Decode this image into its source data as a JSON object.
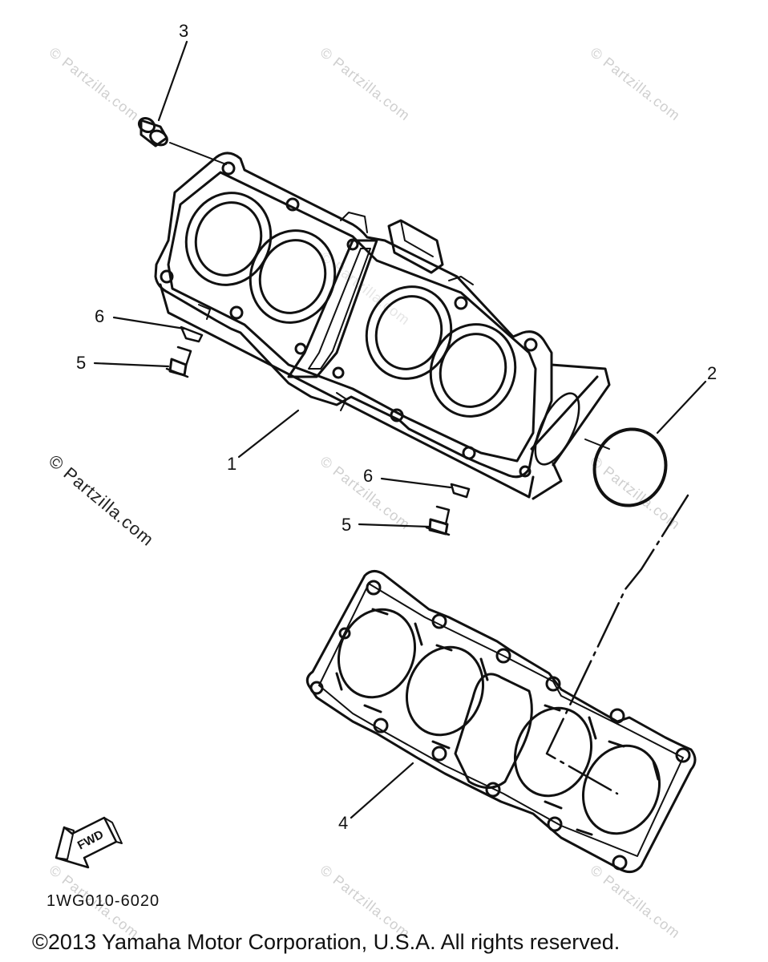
{
  "callouts": [
    {
      "id": "3",
      "label": "3"
    },
    {
      "id": "6a",
      "label": "6"
    },
    {
      "id": "5a",
      "label": "5"
    },
    {
      "id": "1",
      "label": "1"
    },
    {
      "id": "2",
      "label": "2"
    },
    {
      "id": "6b",
      "label": "6"
    },
    {
      "id": "5b",
      "label": "5"
    },
    {
      "id": "4",
      "label": "4"
    }
  ],
  "fwd_label": "FWD",
  "diagram_code": "1WG010-6020",
  "copyright": "©2013 Yamaha Motor Corporation, U.S.A. All rights reserved.",
  "watermark_text": "© Partzilla.com",
  "watermarks": [
    "© Partzilla.com",
    "© Partzilla.com",
    "© Partzilla.com",
    "© Partzilla.com",
    "© Partzilla.com",
    "© Partzilla.com",
    "© Partzilla.com",
    "© Partzilla.com",
    "© Partzilla.com",
    "© Partzilla.com"
  ],
  "colors": {
    "line": "#111111",
    "watermark": "#cfcfcf"
  }
}
